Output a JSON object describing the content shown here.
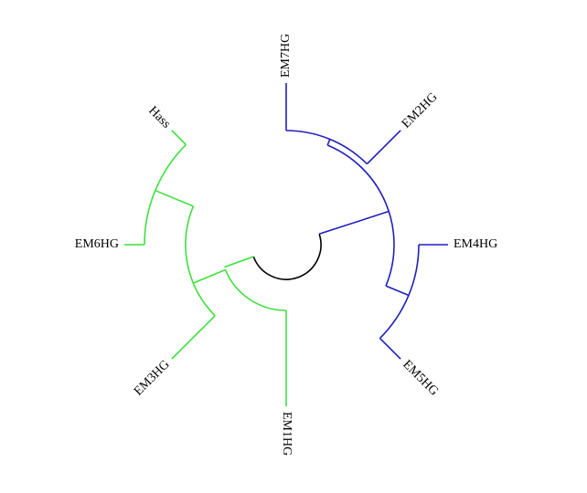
{
  "tree": {
    "type": "circular-dendrogram",
    "colors": {
      "root": "#000000",
      "clade_blue": "#1f1fbf",
      "clade_green": "#3fe03f"
    },
    "clades": [
      {
        "name": "",
        "color_key": "clade_blue",
        "leaves": [
          "EM7HG",
          "EM2HG",
          "EM4HG",
          "EM5HG"
        ]
      },
      {
        "name": "",
        "color_key": "clade_green",
        "leaves": [
          "Hass",
          "EM6HG",
          "EM3HG",
          "EM1HG"
        ]
      }
    ],
    "leaves": [
      "EM7HG",
      "EM2HG",
      "EM4HG",
      "EM5HG",
      "EM1HG",
      "EM3HG",
      "EM6HG",
      "Hass"
    ]
  }
}
